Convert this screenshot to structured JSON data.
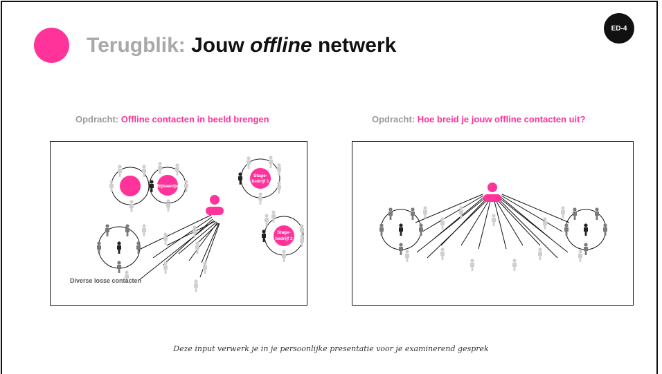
{
  "header": {
    "title_prefix": "Terugblik:",
    "title_main": "Jouw",
    "title_italic": "offline",
    "title_suffix": "netwerk",
    "badge": "ED-4"
  },
  "left_panel": {
    "assignment_label": "Opdracht:",
    "assignment_text": "Offline contacten in beeld brengen",
    "circle_labels": {
      "bijbaantje": "Bijbaantje",
      "stage1_line1": "Stage-",
      "stage1_line2": "bedrijf 1",
      "stage2_line1": "Stage-",
      "stage2_line2": "bedrijf 2"
    },
    "caption": "Diverse losse contacten"
  },
  "right_panel": {
    "assignment_label": "Opdracht:",
    "assignment_text": "Hoe breid je jouw offline contacten uit?"
  },
  "footer_text": "Deze input verwerk je in je persoonlijke presentatie voor je examinerend gesprek",
  "colors": {
    "accent": "#ff3399",
    "grey_text": "#a8a8a8",
    "person_light": "#cfcfcf",
    "person_mid": "#7a7a7a",
    "person_dark": "#222222"
  }
}
